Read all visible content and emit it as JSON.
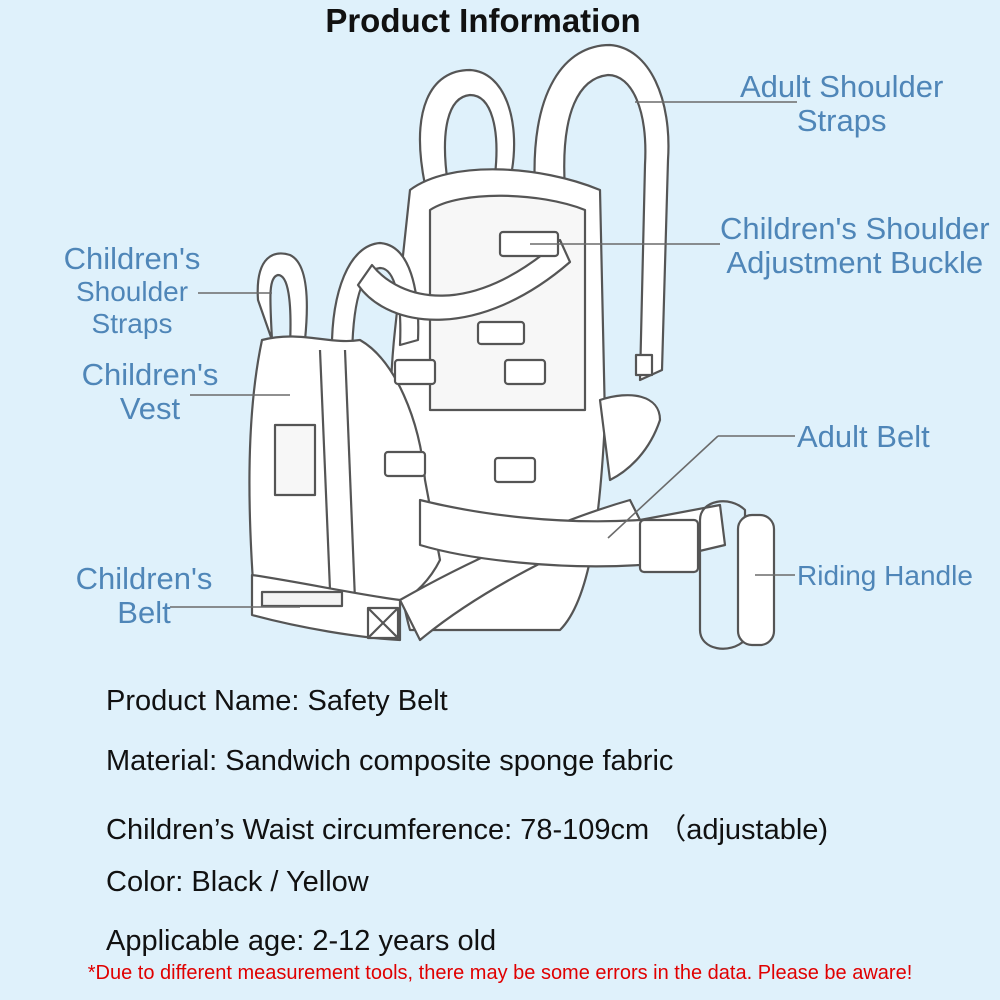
{
  "title": "Product Information",
  "labels": {
    "adult_shoulder_straps": [
      "Adult Shoulder",
      "Straps"
    ],
    "children_shoulder_buckle": [
      "Children's Shoulder",
      "Adjustment Buckle"
    ],
    "children_shoulder_straps": [
      "Children's",
      "Shoulder",
      "Straps"
    ],
    "children_vest": [
      "Children's",
      "Vest"
    ],
    "adult_belt": "Adult Belt",
    "riding_handle": "Riding Handle",
    "children_belt": [
      "Children's",
      "Belt"
    ]
  },
  "info": {
    "name": "Product Name: Safety Belt",
    "material": "Material: Sandwich composite sponge fabric",
    "waist": "Children’s Waist circumference: 78-109cm （adjustable)",
    "color": "Color: Black / Yellow",
    "age": "Applicable age: 2-12 years old"
  },
  "disclaimer": "*Due to different measurement tools, there may be some errors in the data. Please be aware!",
  "colors": {
    "background": "#dff1fb",
    "label": "#4f86b8",
    "leader_line": "#6b6b6b",
    "disclaimer": "#e00000"
  }
}
